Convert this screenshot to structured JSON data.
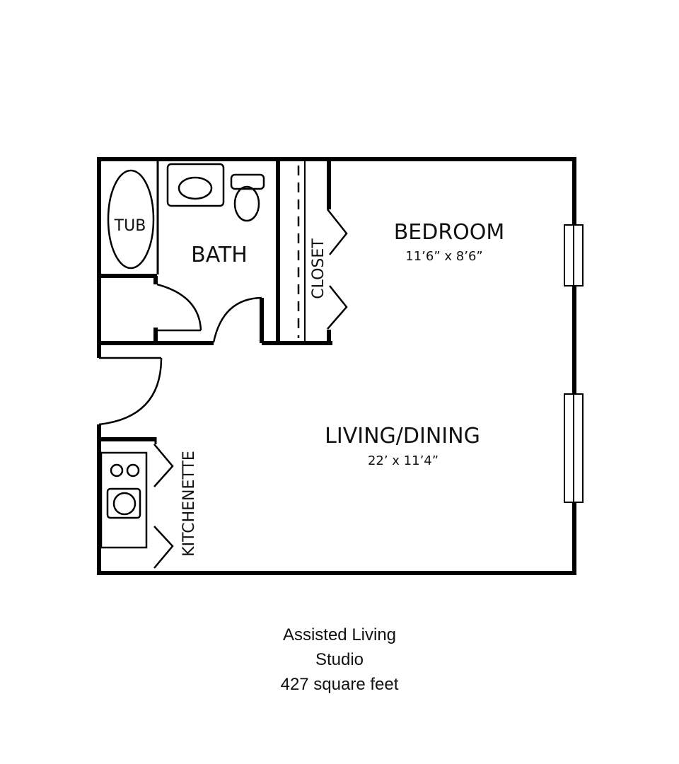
{
  "rooms": {
    "tub": {
      "label": "TUB"
    },
    "bath": {
      "label": "BATH"
    },
    "closet": {
      "label": "CLOSET"
    },
    "bedroom": {
      "label": "BEDROOM",
      "dimensions": "11’6” x 8’6”"
    },
    "living_dining": {
      "label": "LIVING/DINING",
      "dimensions": "22’ x 11’4”"
    },
    "kitchenette": {
      "label": "KITCHENETTE"
    }
  },
  "caption": {
    "line1": "Assisted Living",
    "line2": "Studio",
    "line3": "427 square feet"
  },
  "colors": {
    "wall": "#000000",
    "background": "#ffffff"
  }
}
